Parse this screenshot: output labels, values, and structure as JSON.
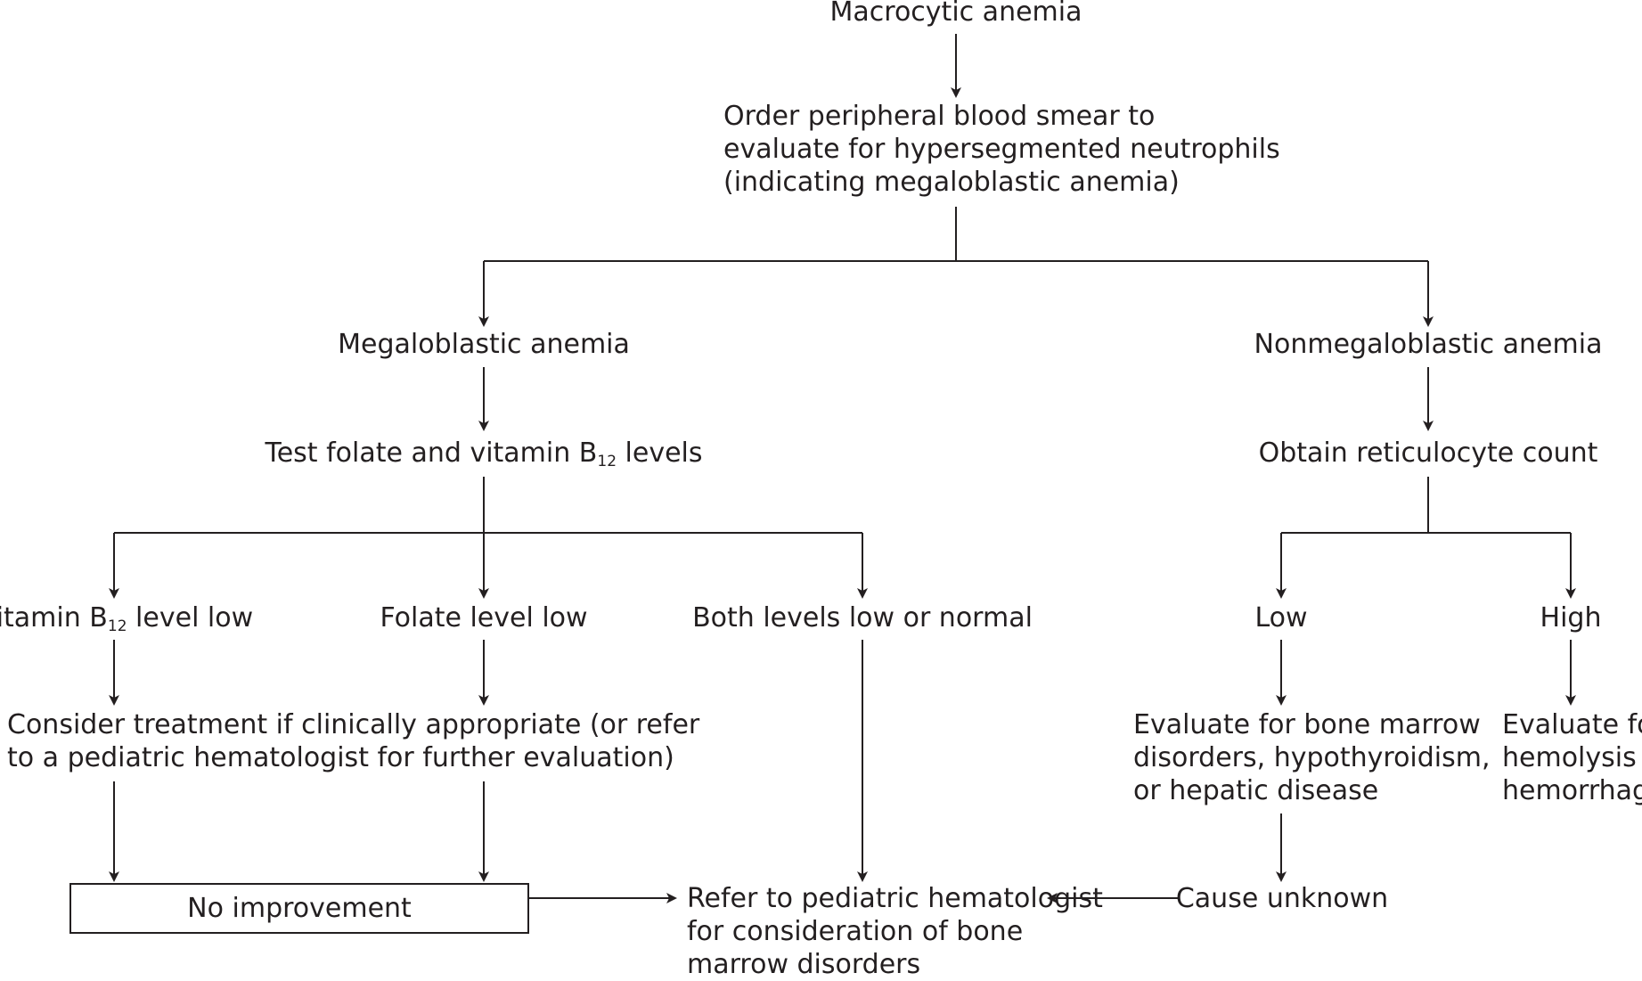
{
  "nodes": {
    "macrocytic": "Macrocytic anemia",
    "smear": [
      "Order peripheral blood smear to",
      "evaluate for hypersegmented neutrophils",
      "(indicating megaloblastic anemia)"
    ],
    "megaloblastic": "Megaloblastic anemia",
    "nonmegaloblastic": "Nonmegaloblastic anemia",
    "test_levels": {
      "pre": "Test folate and vitamin B",
      "sub": "12",
      "post": " levels"
    },
    "reticulocyte": "Obtain reticulocyte count",
    "b12_low": {
      "pre": "Vitamin B",
      "sub": "12",
      "post": " level low"
    },
    "folate_low": "Folate level low",
    "both_levels": "Both levels low or normal",
    "low": "Low",
    "high": "High",
    "consider_treatment": [
      "Consider treatment if clinically appropriate (or refer",
      "to a pediatric hematologist for further evaluation)"
    ],
    "evaluate_marrow": [
      "Evaluate for bone marrow",
      "disorders, hypothyroidism,",
      "or hepatic disease"
    ],
    "evaluate_hemolysis": [
      "Evaluate for",
      "hemolysis or",
      "hemorrhage"
    ],
    "no_improvement": "No improvement",
    "refer": [
      "Refer to pediatric hematologist",
      "for consideration of bone",
      "marrow disorders"
    ],
    "cause_unknown": "Cause unknown"
  }
}
